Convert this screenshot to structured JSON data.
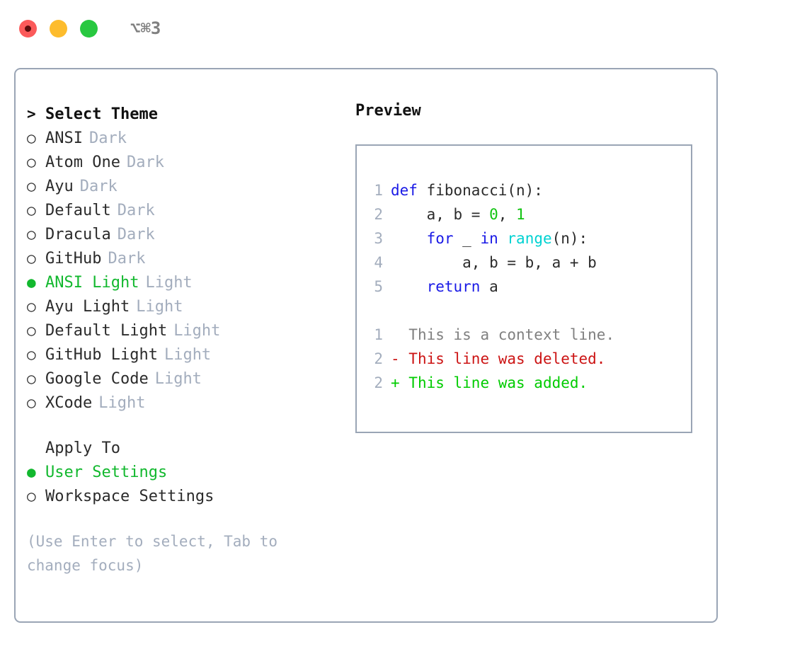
{
  "titlebar": {
    "shortcut": "⌥⌘3",
    "buttons": [
      {
        "name": "close",
        "color": "#fb5a5a"
      },
      {
        "name": "minimize",
        "color": "#fdbc2d"
      },
      {
        "name": "maximize",
        "color": "#28c840"
      }
    ]
  },
  "theme_panel": {
    "heading_marker": ">",
    "heading": "Select Theme",
    "marker_unselected": "○",
    "marker_selected": "●",
    "items": [
      {
        "label": "ANSI",
        "tag": "Dark",
        "selected": false
      },
      {
        "label": "Atom One",
        "tag": "Dark",
        "selected": false
      },
      {
        "label": "Ayu",
        "tag": "Dark",
        "selected": false
      },
      {
        "label": "Default",
        "tag": "Dark",
        "selected": false
      },
      {
        "label": "Dracula",
        "tag": "Dark",
        "selected": false
      },
      {
        "label": "GitHub",
        "tag": "Dark",
        "selected": false
      },
      {
        "label": "ANSI Light",
        "tag": "Light",
        "selected": true
      },
      {
        "label": "Ayu Light",
        "tag": "Light",
        "selected": false
      },
      {
        "label": "Default Light",
        "tag": "Light",
        "selected": false
      },
      {
        "label": "GitHub Light",
        "tag": "Light",
        "selected": false
      },
      {
        "label": "Google Code",
        "tag": "Light",
        "selected": false
      },
      {
        "label": "XCode",
        "tag": "Light",
        "selected": false
      }
    ]
  },
  "apply_to": {
    "title": "Apply To",
    "options": [
      {
        "label": "User Settings",
        "selected": true
      },
      {
        "label": "Workspace Settings",
        "selected": false
      }
    ]
  },
  "hint": "(Use Enter to select, Tab to change focus)",
  "preview": {
    "heading": "Preview",
    "code_lines": [
      {
        "no": "1",
        "tokens": [
          {
            "t": "def",
            "c": "kw"
          },
          {
            "t": " fibonacci(n):",
            "c": "plain"
          }
        ]
      },
      {
        "no": "2",
        "tokens": [
          {
            "t": "    a, b = ",
            "c": "plain"
          },
          {
            "t": "0",
            "c": "num"
          },
          {
            "t": ", ",
            "c": "plain"
          },
          {
            "t": "1",
            "c": "num"
          }
        ]
      },
      {
        "no": "3",
        "tokens": [
          {
            "t": "    ",
            "c": "plain"
          },
          {
            "t": "for",
            "c": "kw"
          },
          {
            "t": " _ ",
            "c": "plain"
          },
          {
            "t": "in",
            "c": "kw"
          },
          {
            "t": " ",
            "c": "plain"
          },
          {
            "t": "range",
            "c": "fn"
          },
          {
            "t": "(n):",
            "c": "plain"
          }
        ]
      },
      {
        "no": "4",
        "tokens": [
          {
            "t": "        a, b = b, a + b",
            "c": "plain"
          }
        ]
      },
      {
        "no": "5",
        "tokens": [
          {
            "t": "    ",
            "c": "plain"
          },
          {
            "t": "return",
            "c": "kw"
          },
          {
            "t": " a",
            "c": "plain"
          }
        ]
      }
    ],
    "diff_lines": [
      {
        "no": "1",
        "sign": " ",
        "text": "This is a context line.",
        "kind": "diff-ctx"
      },
      {
        "no": "2",
        "sign": "-",
        "text": "This line was deleted.",
        "kind": "diff-del"
      },
      {
        "no": "2",
        "sign": "+",
        "text": "This line was added.",
        "kind": "diff-add"
      }
    ]
  },
  "colors": {
    "accent_green": "#12b82e",
    "muted": "#a3adbd",
    "border": "#9aa5b5",
    "keyword": "#1a1ae6",
    "function": "#00d2d2",
    "number": "#12c412",
    "diff_delete": "#cc1414",
    "diff_add": "#00cc00",
    "text": "#2b2b2b"
  }
}
